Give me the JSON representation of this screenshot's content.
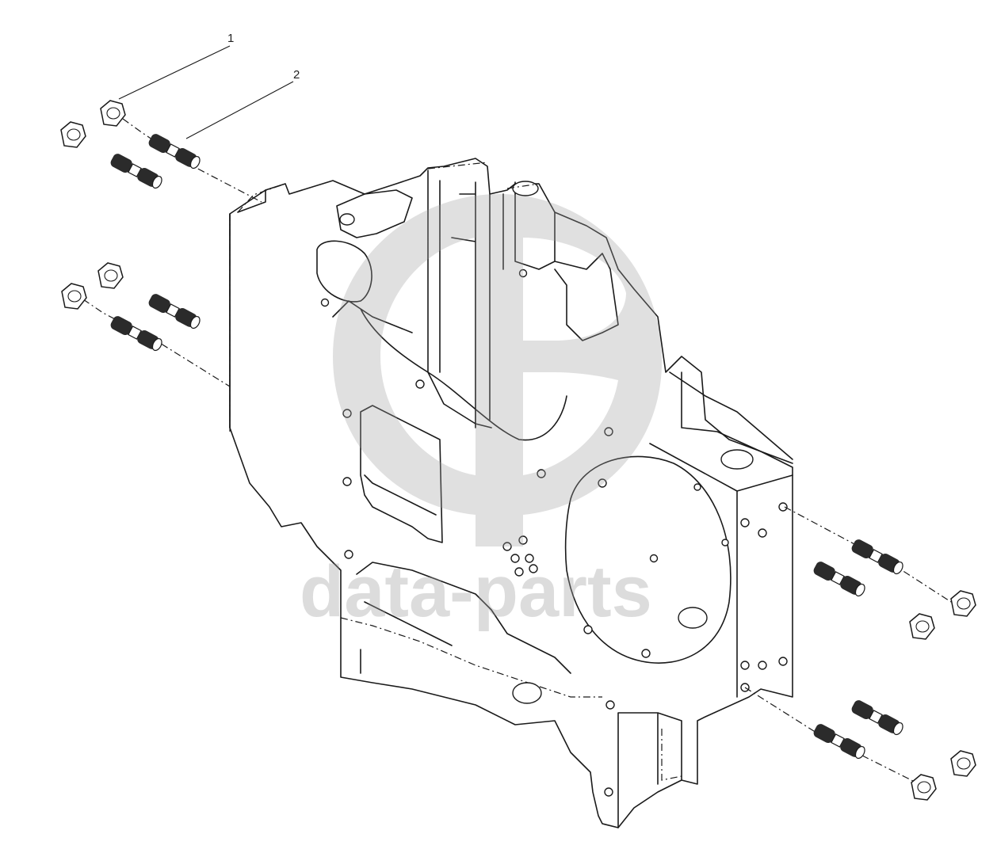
{
  "callouts": [
    {
      "label": "1"
    },
    {
      "label": "2"
    }
  ],
  "watermark": {
    "text": "data-parts"
  },
  "colors": {
    "line": "#1a1a1a",
    "watermark": "#9e9e9e",
    "background": "#ffffff"
  }
}
